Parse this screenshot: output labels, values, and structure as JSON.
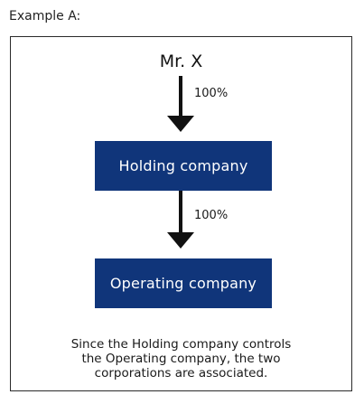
{
  "heading": "Example A:",
  "diagram": {
    "owner": "Mr. X",
    "ownership_1": "100%",
    "holding_label": "Holding company",
    "ownership_2": "100%",
    "operating_label": "Operating company",
    "note_line_1": "Since the Holding company controls",
    "note_line_2": "the Operating company, the two",
    "note_line_3": "corporations are associated."
  },
  "colors": {
    "box_fill": "#10357a",
    "box_text": "#ffffff",
    "arrow": "#111111",
    "frame_border": "#2a2a2a"
  }
}
